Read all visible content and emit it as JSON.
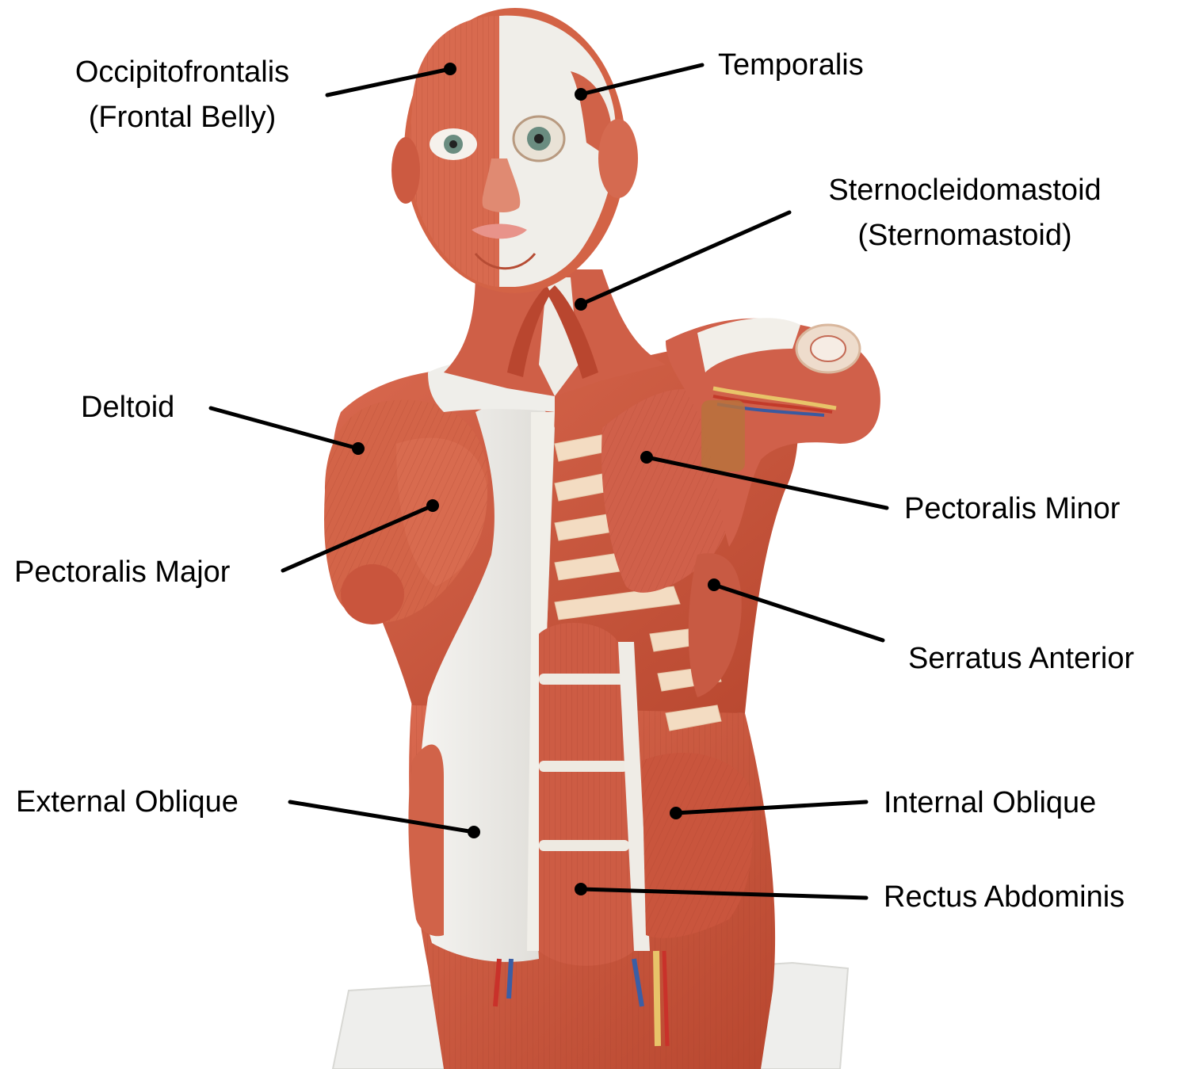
{
  "colors": {
    "muscle": "#c9573f",
    "muscle_dark": "#a8402d",
    "muscle_light": "#df8a6f",
    "tendon": "#f2efe9",
    "bone": "#f3dcc2",
    "skin_white": "#ecebe7",
    "leader": "#000000",
    "background": "#ffffff"
  },
  "labels": {
    "occipitofrontalis": {
      "line1": "Occipitofrontalis",
      "line2": "(Frontal Belly)"
    },
    "temporalis": "Temporalis",
    "sternocleidomastoid": {
      "line1": "Sternocleidomastoid",
      "line2": "(Sternomastoid)"
    },
    "deltoid": "Deltoid",
    "pectoralis_minor": "Pectoralis Minor",
    "pectoralis_major": "Pectoralis Major",
    "serratus_anterior": "Serratus Anterior",
    "external_oblique": "External Oblique",
    "internal_oblique": "Internal Oblique",
    "rectus_abdominis": "Rectus Abdominis"
  }
}
